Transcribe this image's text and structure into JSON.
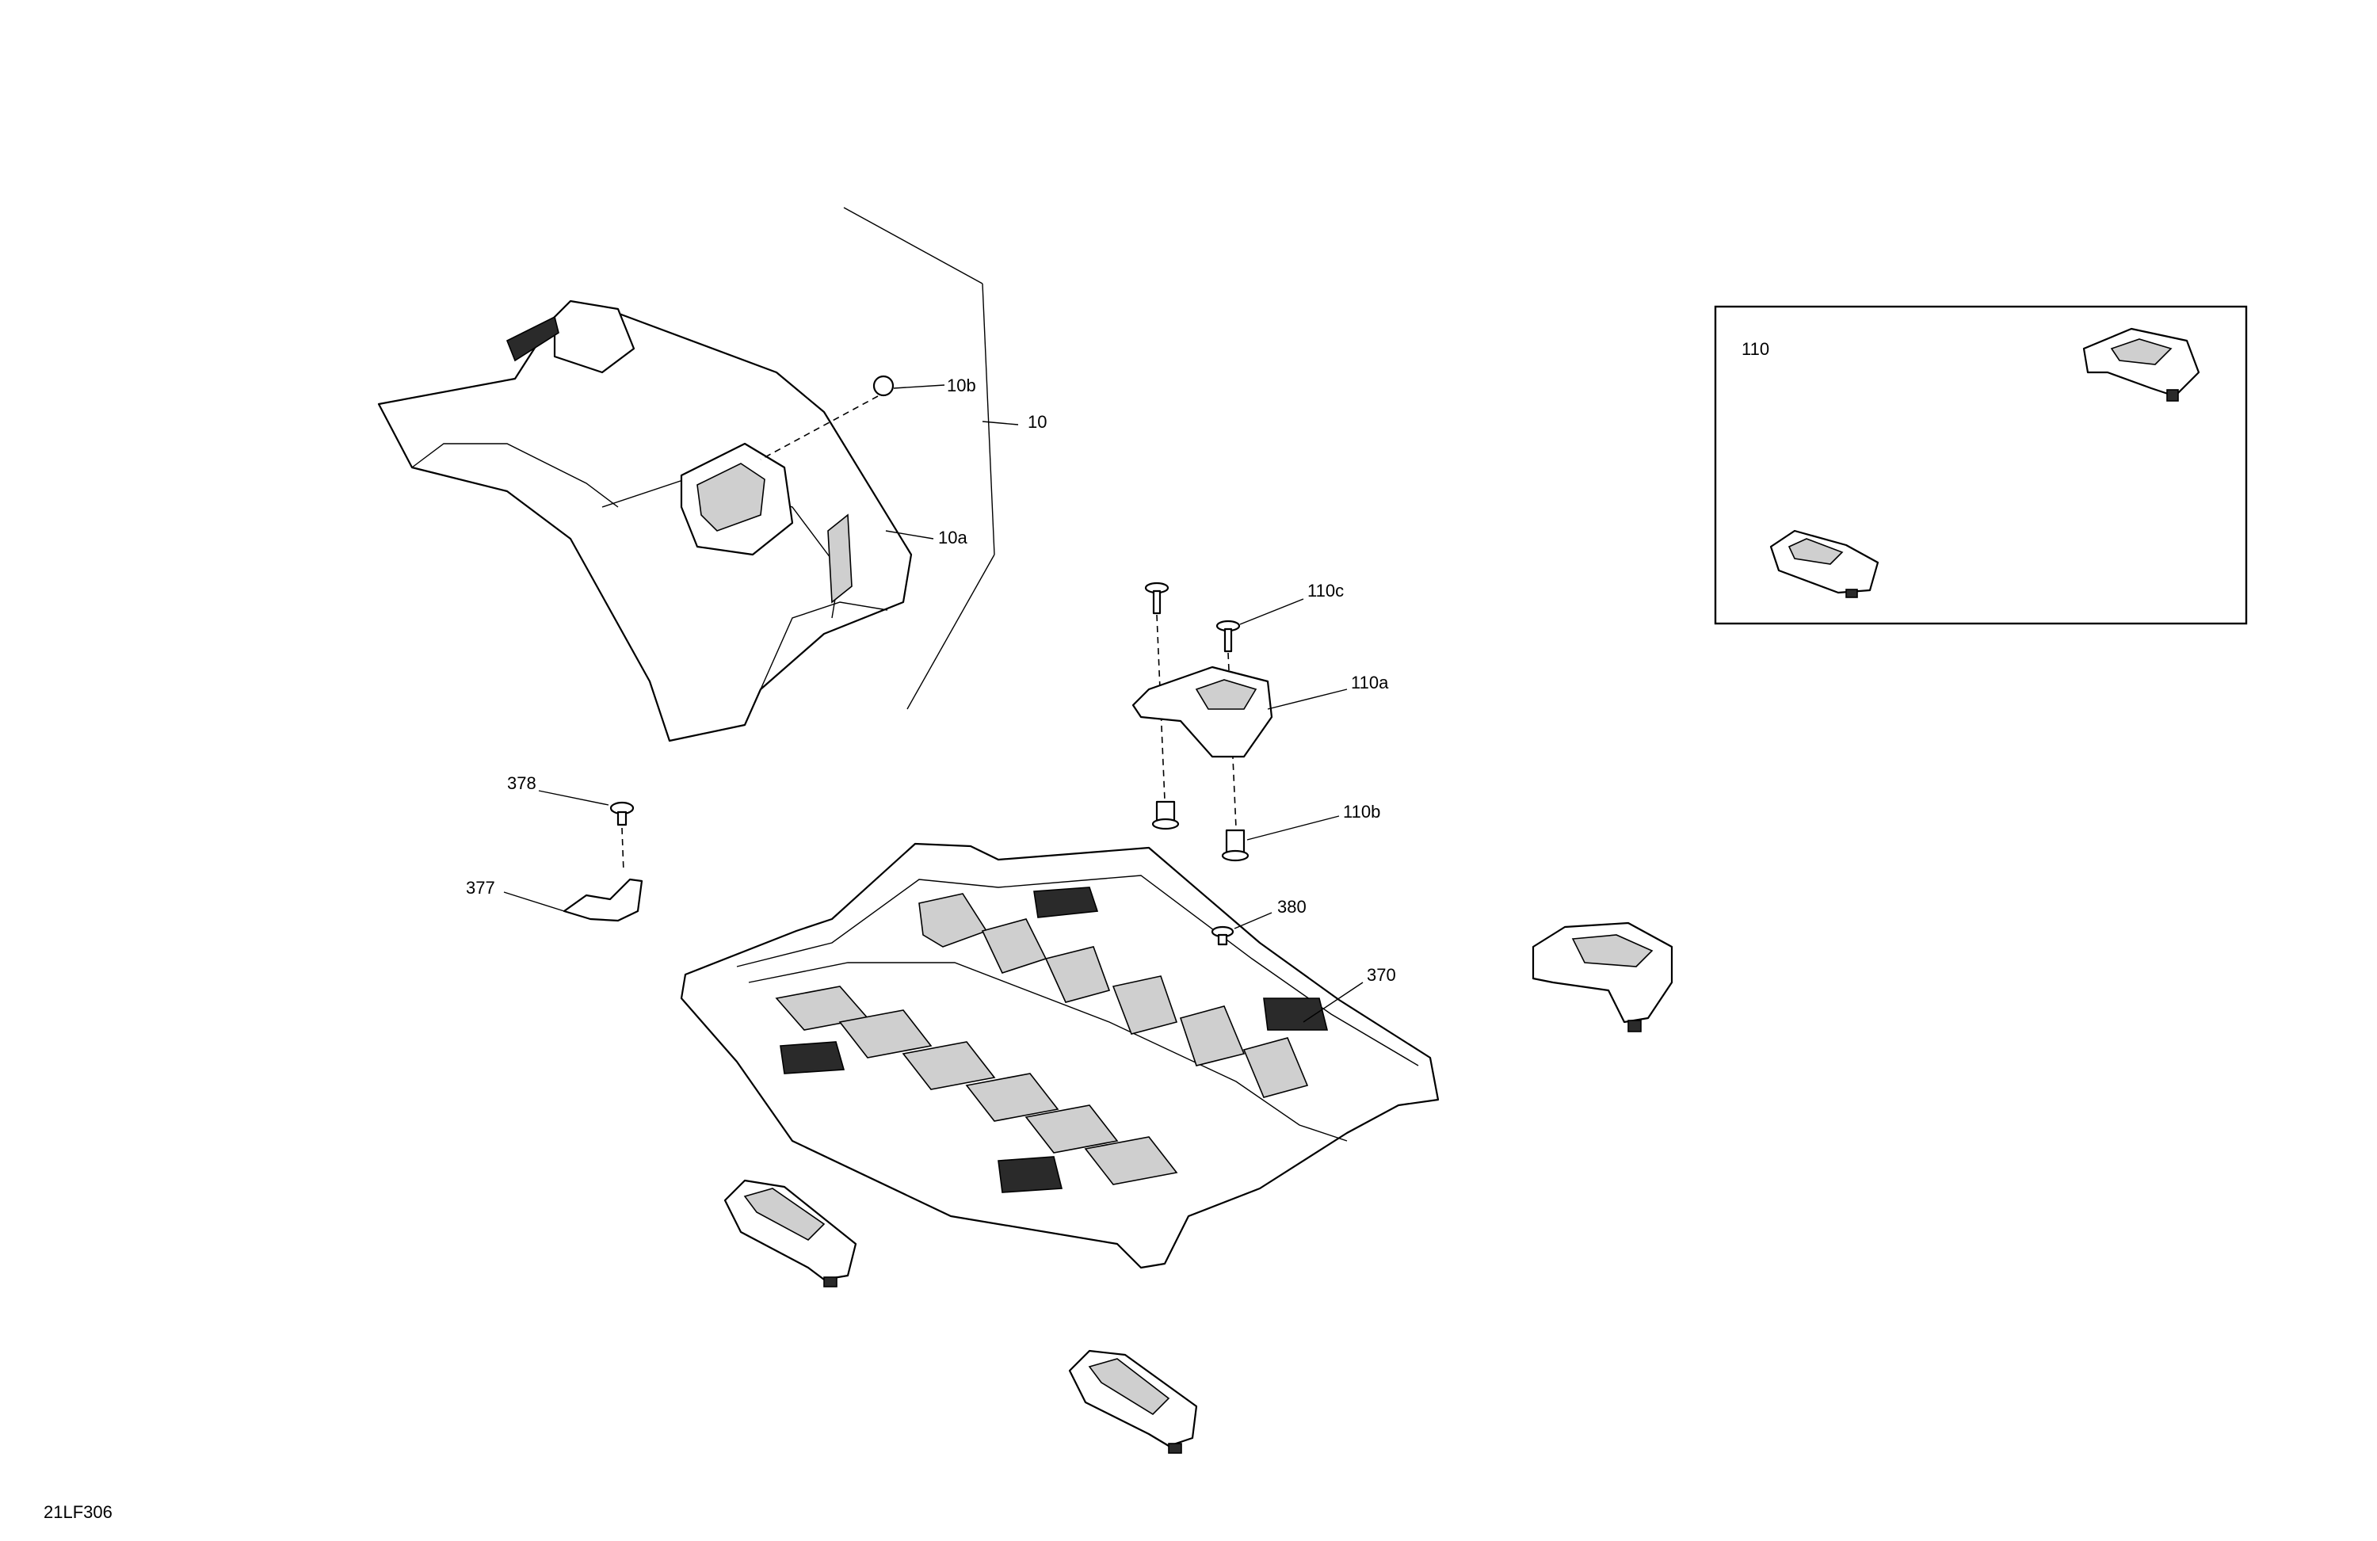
{
  "diagram": {
    "drawing_code": "21LF306",
    "callouts": {
      "c10": "10",
      "c10a": "10a",
      "c10b": "10b",
      "c110": "110",
      "c110a": "110a",
      "c110b": "110b",
      "c110c": "110c",
      "c370": "370",
      "c377": "377",
      "c378": "378",
      "c380": "380"
    },
    "colors": {
      "line": "#000000",
      "background": "#ffffff"
    }
  }
}
